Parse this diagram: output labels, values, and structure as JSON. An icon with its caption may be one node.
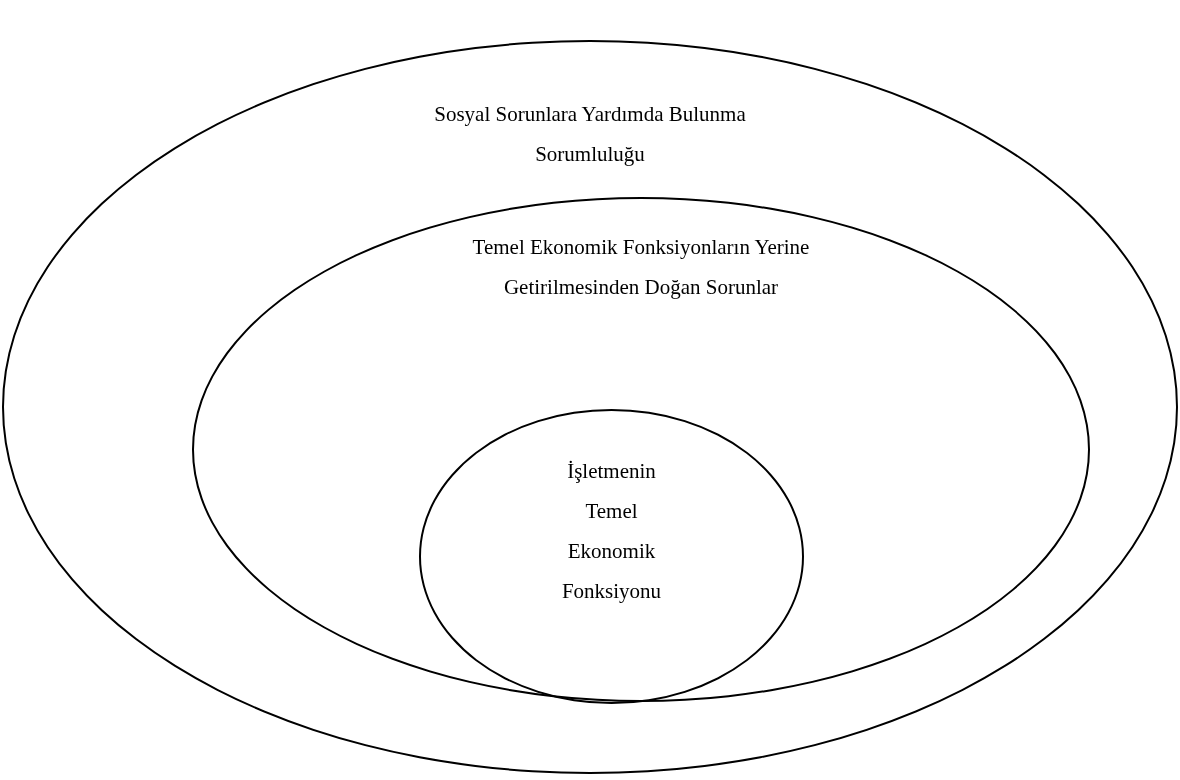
{
  "diagram": {
    "nodes": [
      {
        "text": [
          "Sosyal Sorunlara Yardımda Bulunma Sorumluluğu"
        ]
      },
      {
        "text": [
          "Temel Ekonomik Fonksiyonların Yerine Getirilmesinden Doğan Sorunlar"
        ],
        "in": 0
      },
      {
        "text": [
          "İşletmenin Temel Ekonomik Fonksiyonu"
        ],
        "in": 1
      }
    ]
  }
}
